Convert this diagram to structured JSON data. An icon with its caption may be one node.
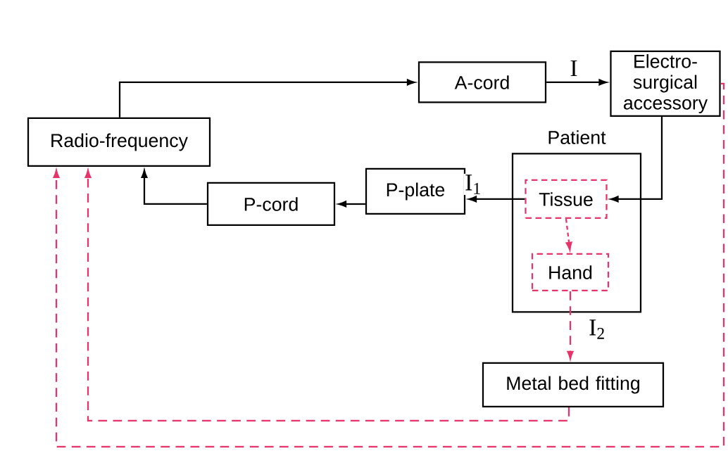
{
  "diagram": {
    "nodes": [
      {
        "text": [
          "Radio-frequency"
        ]
      },
      {
        "text": [
          "A-cord"
        ]
      },
      {
        "text": [
          "Electro-surgical accessory"
        ]
      },
      {
        "text": [
          "Patient"
        ]
      },
      {
        "text": [
          "Tissue"
        ],
        "in": 3
      },
      {
        "text": [
          "Hand"
        ],
        "in": 3
      },
      {
        "text": [
          "P-plate"
        ]
      },
      {
        "text": [
          "P-cord"
        ]
      },
      {
        "text": [
          "Metal bed fitting"
        ]
      }
    ],
    "edges": [
      {
        "from": 0,
        "to": 1,
        "arrow": "to"
      },
      {
        "from": 1,
        "to": 2,
        "arrow": "to",
        "label": "I"
      },
      {
        "from": 2,
        "to": 4,
        "arrow": "to"
      },
      {
        "from": 4,
        "to": 6,
        "arrow": "to",
        "label": "I$_{1}$"
      },
      {
        "from": 6,
        "to": 7,
        "arrow": "to"
      },
      {
        "from": 7,
        "to": 0,
        "arrow": "to"
      },
      {
        "from": 4,
        "to": 5,
        "arrow": "to",
        "style": "dashed",
        "color": "#e8336a"
      },
      {
        "from": 5,
        "to": 8,
        "arrow": "to",
        "style": "dashed",
        "color": "#e8336a",
        "label": "I$_{2}$"
      },
      {
        "from": 8,
        "to": 0,
        "arrow": "to",
        "style": "dashed",
        "color": "#e8336a"
      },
      {
        "from": 2,
        "to": 0,
        "arrow": "to",
        "style": "dashed",
        "color": "#e8336a"
      }
    ]
  }
}
